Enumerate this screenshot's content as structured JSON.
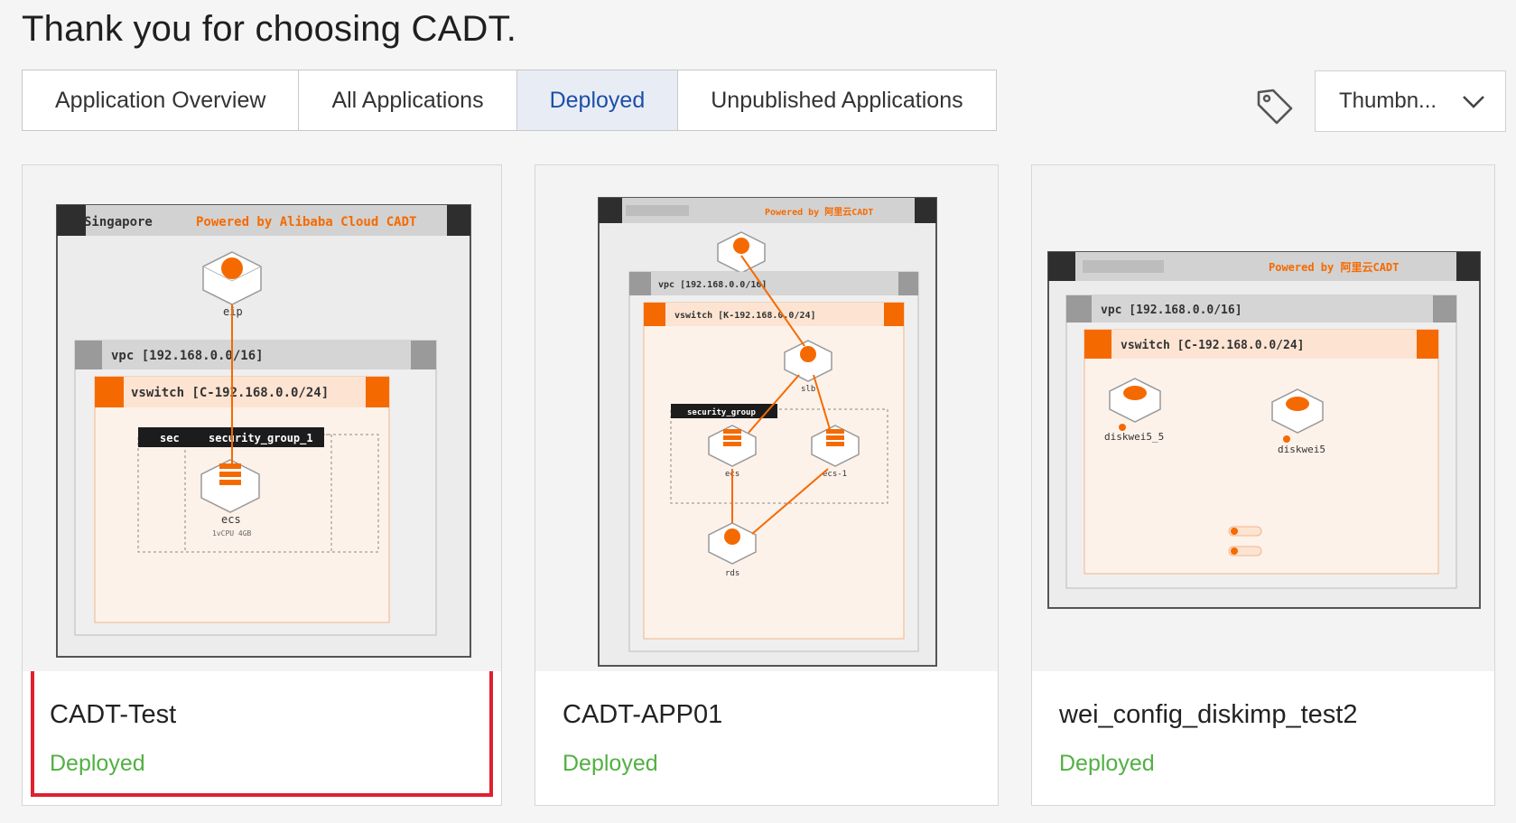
{
  "page": {
    "title": "Thank you for choosing CADT."
  },
  "tabs": [
    {
      "label": "Application Overview",
      "active": false
    },
    {
      "label": "All Applications",
      "active": false
    },
    {
      "label": "Deployed",
      "active": true
    },
    {
      "label": "Unpublished Applications",
      "active": false
    }
  ],
  "toolbar": {
    "tag_icon": "tag-icon",
    "view_mode": "Thumbn..."
  },
  "colors": {
    "accent": "#1d4fa7",
    "status_green": "#52b043",
    "orange": "#f56a00",
    "selected_border": "#e0202e"
  },
  "cards": [
    {
      "name": "CADT-Test",
      "status": "Deployed",
      "selected": true,
      "diagram": {
        "region": "Singapore",
        "powered_by": "Powered by Alibaba Cloud CADT",
        "vpc": "vpc [192.168.0.0/16]",
        "vswitch": "vswitch [C-192.168.0.0/24]",
        "sec_label": "sec",
        "security_group": "security_group_1",
        "nodes": [
          "eip",
          "ecs"
        ],
        "ecs_spec": "1vCPU 4GB"
      }
    },
    {
      "name": "CADT-APP01",
      "status": "Deployed",
      "selected": false,
      "diagram": {
        "powered_by": "Powered by 阿里云CADT",
        "vpc": "vpc [192.168.0.0/16]",
        "vswitch": "vswitch [K-192.168.0.0/24]",
        "security_group": "security_group",
        "nodes": [
          "slb",
          "ecs",
          "ecs-1",
          "rds"
        ]
      }
    },
    {
      "name": "wei_config_diskimp_test2",
      "status": "Deployed",
      "selected": false,
      "diagram": {
        "powered_by": "Powered by 阿里云CADT",
        "vpc": "vpc [192.168.0.0/16]",
        "vswitch": "vswitch [C-192.168.0.0/24]",
        "nodes": [
          "diskwei5_5",
          "diskwei5"
        ]
      }
    }
  ]
}
